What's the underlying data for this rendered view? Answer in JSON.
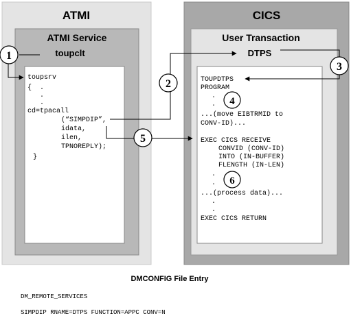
{
  "left_panel": {
    "title": "ATMI",
    "service_title": "ATMI Service",
    "client_name": "toupclt",
    "code_lines": [
      "toupsrv",
      "{  .",
      "   .",
      "   .",
      "cd=tpacall",
      "(“SIMPDIP”,",
      "idata,",
      "ilen,",
      "TPNOREPLY);",
      "}"
    ]
  },
  "right_panel": {
    "title": "CICS",
    "transaction_title": "User Transaction",
    "program_name": "DTPS",
    "code_lines": [
      "TOUPDTPS",
      "PROGRAM",
      ".",
      ".",
      "...(move EIBTRMID to",
      "CONV-ID)...",
      "EXEC CICS RECEIVE",
      "CONVID (CONV-ID)",
      "INTO (IN-BUFFER)",
      "FLENGTH (IN-LEN)",
      ".",
      ".",
      "...(process data)...",
      ".",
      ".",
      "EXEC CICS RETURN"
    ]
  },
  "steps": [
    "1",
    "2",
    "3",
    "4",
    "5",
    "6"
  ],
  "footer": {
    "title": "DMCONFIG File Entry",
    "line1": "DM_REMOTE_SERVICES",
    "line2": "SIMPDIP RNAME=DTPS FUNCTION=APPC CONV=N"
  },
  "colors": {
    "outer_left": "#e4e4e4",
    "outer_right": "#a8a8a8",
    "inner_left": "#b8b8b8",
    "inner_right": "#e4e4e4",
    "code_box": "#ffffff",
    "line": "#000000"
  }
}
